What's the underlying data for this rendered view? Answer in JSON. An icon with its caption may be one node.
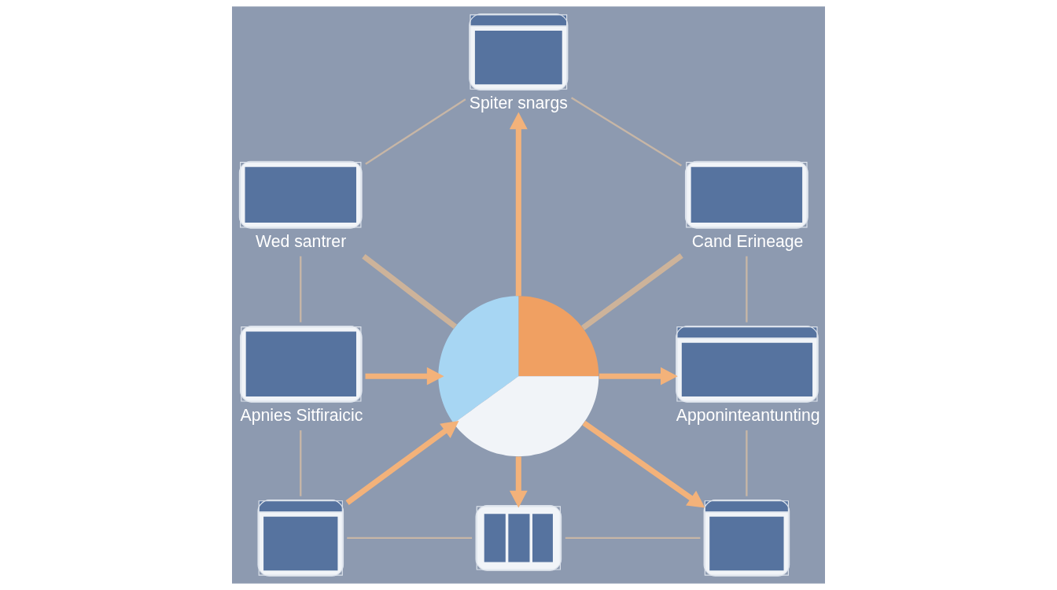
{
  "diagram": {
    "nodes": [
      {
        "text": [
          "Spiter snargs"
        ]
      },
      {
        "text": [
          "Wed santrer"
        ]
      },
      {
        "text": [
          "Cand Erineage"
        ]
      },
      {
        "text": [
          "Apnies Sitfiraicic"
        ]
      },
      {
        "text": [],
        "shape": "circle"
      },
      {
        "text": [
          "Apponinteantunting"
        ]
      },
      {
        "text": [],
        "shape": "picture"
      },
      {
        "text": [],
        "shape": "picture"
      },
      {
        "text": [],
        "shape": "picture"
      }
    ],
    "edges": [
      {
        "from": 0,
        "to": 1,
        "arrow": "none"
      },
      {
        "from": 0,
        "to": 2,
        "arrow": "none"
      },
      {
        "from": 4,
        "to": 0,
        "arrow": "to",
        "style": "thick",
        "color": "#f3b27a"
      },
      {
        "from": 1,
        "to": 4,
        "arrow": "none",
        "style": "thick",
        "color": "#cdb39a"
      },
      {
        "from": 4,
        "to": 2,
        "arrow": "none",
        "style": "thick",
        "color": "#cdb39a"
      },
      {
        "from": 1,
        "to": 3,
        "arrow": "none"
      },
      {
        "from": 2,
        "to": 5,
        "arrow": "none"
      },
      {
        "from": 3,
        "to": 4,
        "arrow": "to",
        "style": "thick",
        "color": "#f3b27a"
      },
      {
        "from": 4,
        "to": 5,
        "arrow": "to",
        "style": "thick",
        "color": "#f3b27a"
      },
      {
        "from": 6,
        "to": 4,
        "arrow": "to",
        "style": "thick",
        "color": "#f3b27a"
      },
      {
        "from": 4,
        "to": 7,
        "arrow": "to",
        "style": "thick",
        "color": "#f3b27a"
      },
      {
        "from": 4,
        "to": 8,
        "arrow": "to",
        "style": "thick",
        "color": "#f3b27a"
      },
      {
        "from": 3,
        "to": 6,
        "arrow": "none"
      },
      {
        "from": 5,
        "to": 8,
        "arrow": "none"
      },
      {
        "from": 6,
        "to": 7,
        "arrow": "none"
      },
      {
        "from": 7,
        "to": 8,
        "arrow": "none"
      }
    ]
  }
}
